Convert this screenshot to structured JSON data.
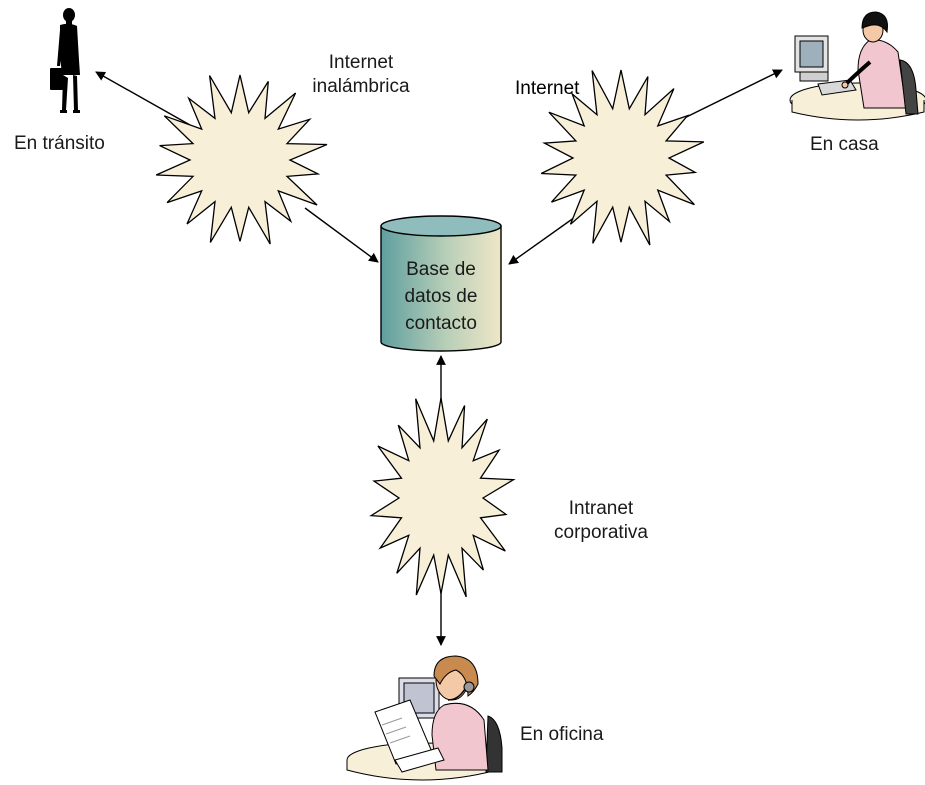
{
  "nodes": {
    "database": {
      "label_lines": [
        "Base de",
        "datos de",
        "contacto"
      ]
    },
    "transit": {
      "label": "En tránsito",
      "icon": "businesswoman-silhouette-icon"
    },
    "home": {
      "label": "En casa",
      "icon": "person-at-computer-icon"
    },
    "office": {
      "label": "En oficina",
      "icon": "operator-with-headset-icon"
    }
  },
  "networks": {
    "wireless": {
      "label_lines": [
        "Internet",
        "inalámbrica"
      ]
    },
    "internet": {
      "label": "Internet"
    },
    "intranet": {
      "label_lines": [
        "Intranet",
        "corporativa"
      ]
    }
  },
  "colors": {
    "burst_fill": "#f7efd8",
    "db_top": "#8fbcbc",
    "db_body_left": "#5f9f9f",
    "db_body_right": "#efe6c6",
    "skin": "#f4c9a8",
    "blouse": "#f2c6cf"
  }
}
